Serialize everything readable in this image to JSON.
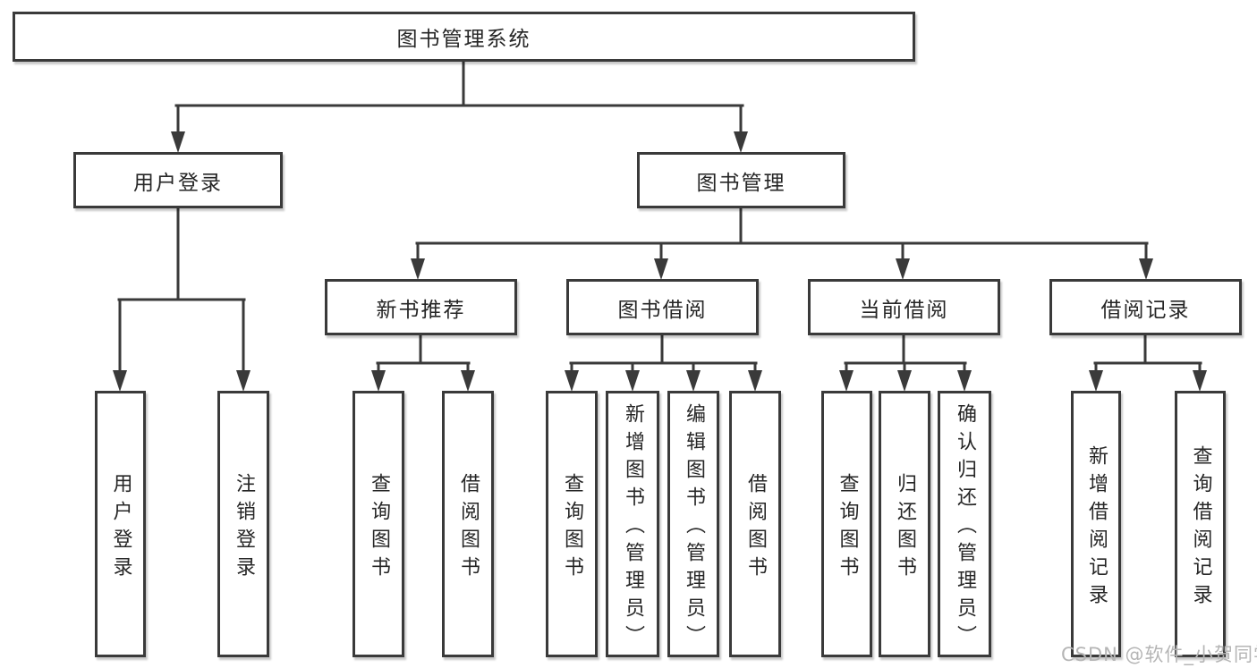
{
  "colors": {
    "background": "#ffffff",
    "box_border": "#3a3a3a",
    "connector_line": "#3a3a3a",
    "text": "#262626",
    "watermark": "#b5b5b5"
  },
  "watermark": {
    "text": "CSDN @软件_小贺同学"
  },
  "nodes": {
    "root": {
      "label": "图书管理系统"
    },
    "user_login": {
      "label": "用户登录"
    },
    "book_management": {
      "label": "图书管理"
    },
    "new_book_recommend": {
      "label": "新书推荐"
    },
    "book_borrowing": {
      "label": "图书借阅"
    },
    "current_borrowing": {
      "label": "当前借阅"
    },
    "borrowing_records": {
      "label": "借阅记录"
    },
    "leaf_user_login": {
      "label": "用户登录"
    },
    "leaf_logout": {
      "label": "注销登录"
    },
    "leaf_rec_query_books": {
      "label": "查询图书"
    },
    "leaf_rec_borrow_books": {
      "label": "借阅图书"
    },
    "leaf_bb_query_books": {
      "label": "查询图书"
    },
    "leaf_bb_add_books": {
      "label": "新增图书（管理员）"
    },
    "leaf_bb_edit_books": {
      "label": "编辑图书（管理员）"
    },
    "leaf_bb_borrow_books": {
      "label": "借阅图书"
    },
    "leaf_cb_query_books": {
      "label": "查询图书"
    },
    "leaf_cb_return_books": {
      "label": "归还图书"
    },
    "leaf_cb_confirm_return": {
      "label": "确认归还（管理员）"
    },
    "leaf_br_add_record": {
      "label": "新增借阅记录"
    },
    "leaf_br_query_record": {
      "label": "查询借阅记录"
    }
  },
  "hierarchy": {
    "图书管理系统": [
      "用户登录",
      "图书管理"
    ],
    "用户登录": [
      "用户登录",
      "注销登录"
    ],
    "图书管理": [
      "新书推荐",
      "图书借阅",
      "当前借阅",
      "借阅记录"
    ],
    "新书推荐": [
      "查询图书",
      "借阅图书"
    ],
    "图书借阅": [
      "查询图书",
      "新增图书（管理员）",
      "编辑图书（管理员）",
      "借阅图书"
    ],
    "当前借阅": [
      "查询图书",
      "归还图书",
      "确认归还（管理员）"
    ],
    "借阅记录": [
      "新增借阅记录",
      "查询借阅记录"
    ]
  }
}
